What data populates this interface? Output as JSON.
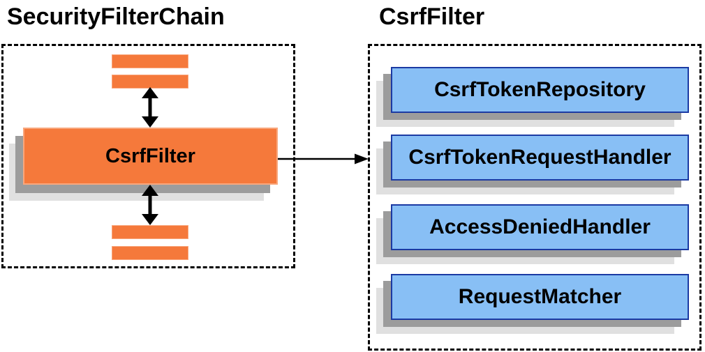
{
  "diagram": {
    "left": {
      "title": "SecurityFilterChain",
      "filter_box_label": "CsrfFilter"
    },
    "right": {
      "title": "CsrfFilter",
      "components": [
        "CsrfTokenRepository",
        "CsrfTokenRequestHandler",
        "AccessDeniedHandler",
        "RequestMatcher"
      ]
    },
    "colors": {
      "orange_fill": "#F5793B",
      "orange_border": "#F9A77D",
      "blue_fill": "#88BFF5",
      "blue_border": "#1B3AA3",
      "shadow_dark": "#9C9C9C",
      "shadow_light": "#E0E0E0",
      "arrow": "#000000"
    }
  }
}
